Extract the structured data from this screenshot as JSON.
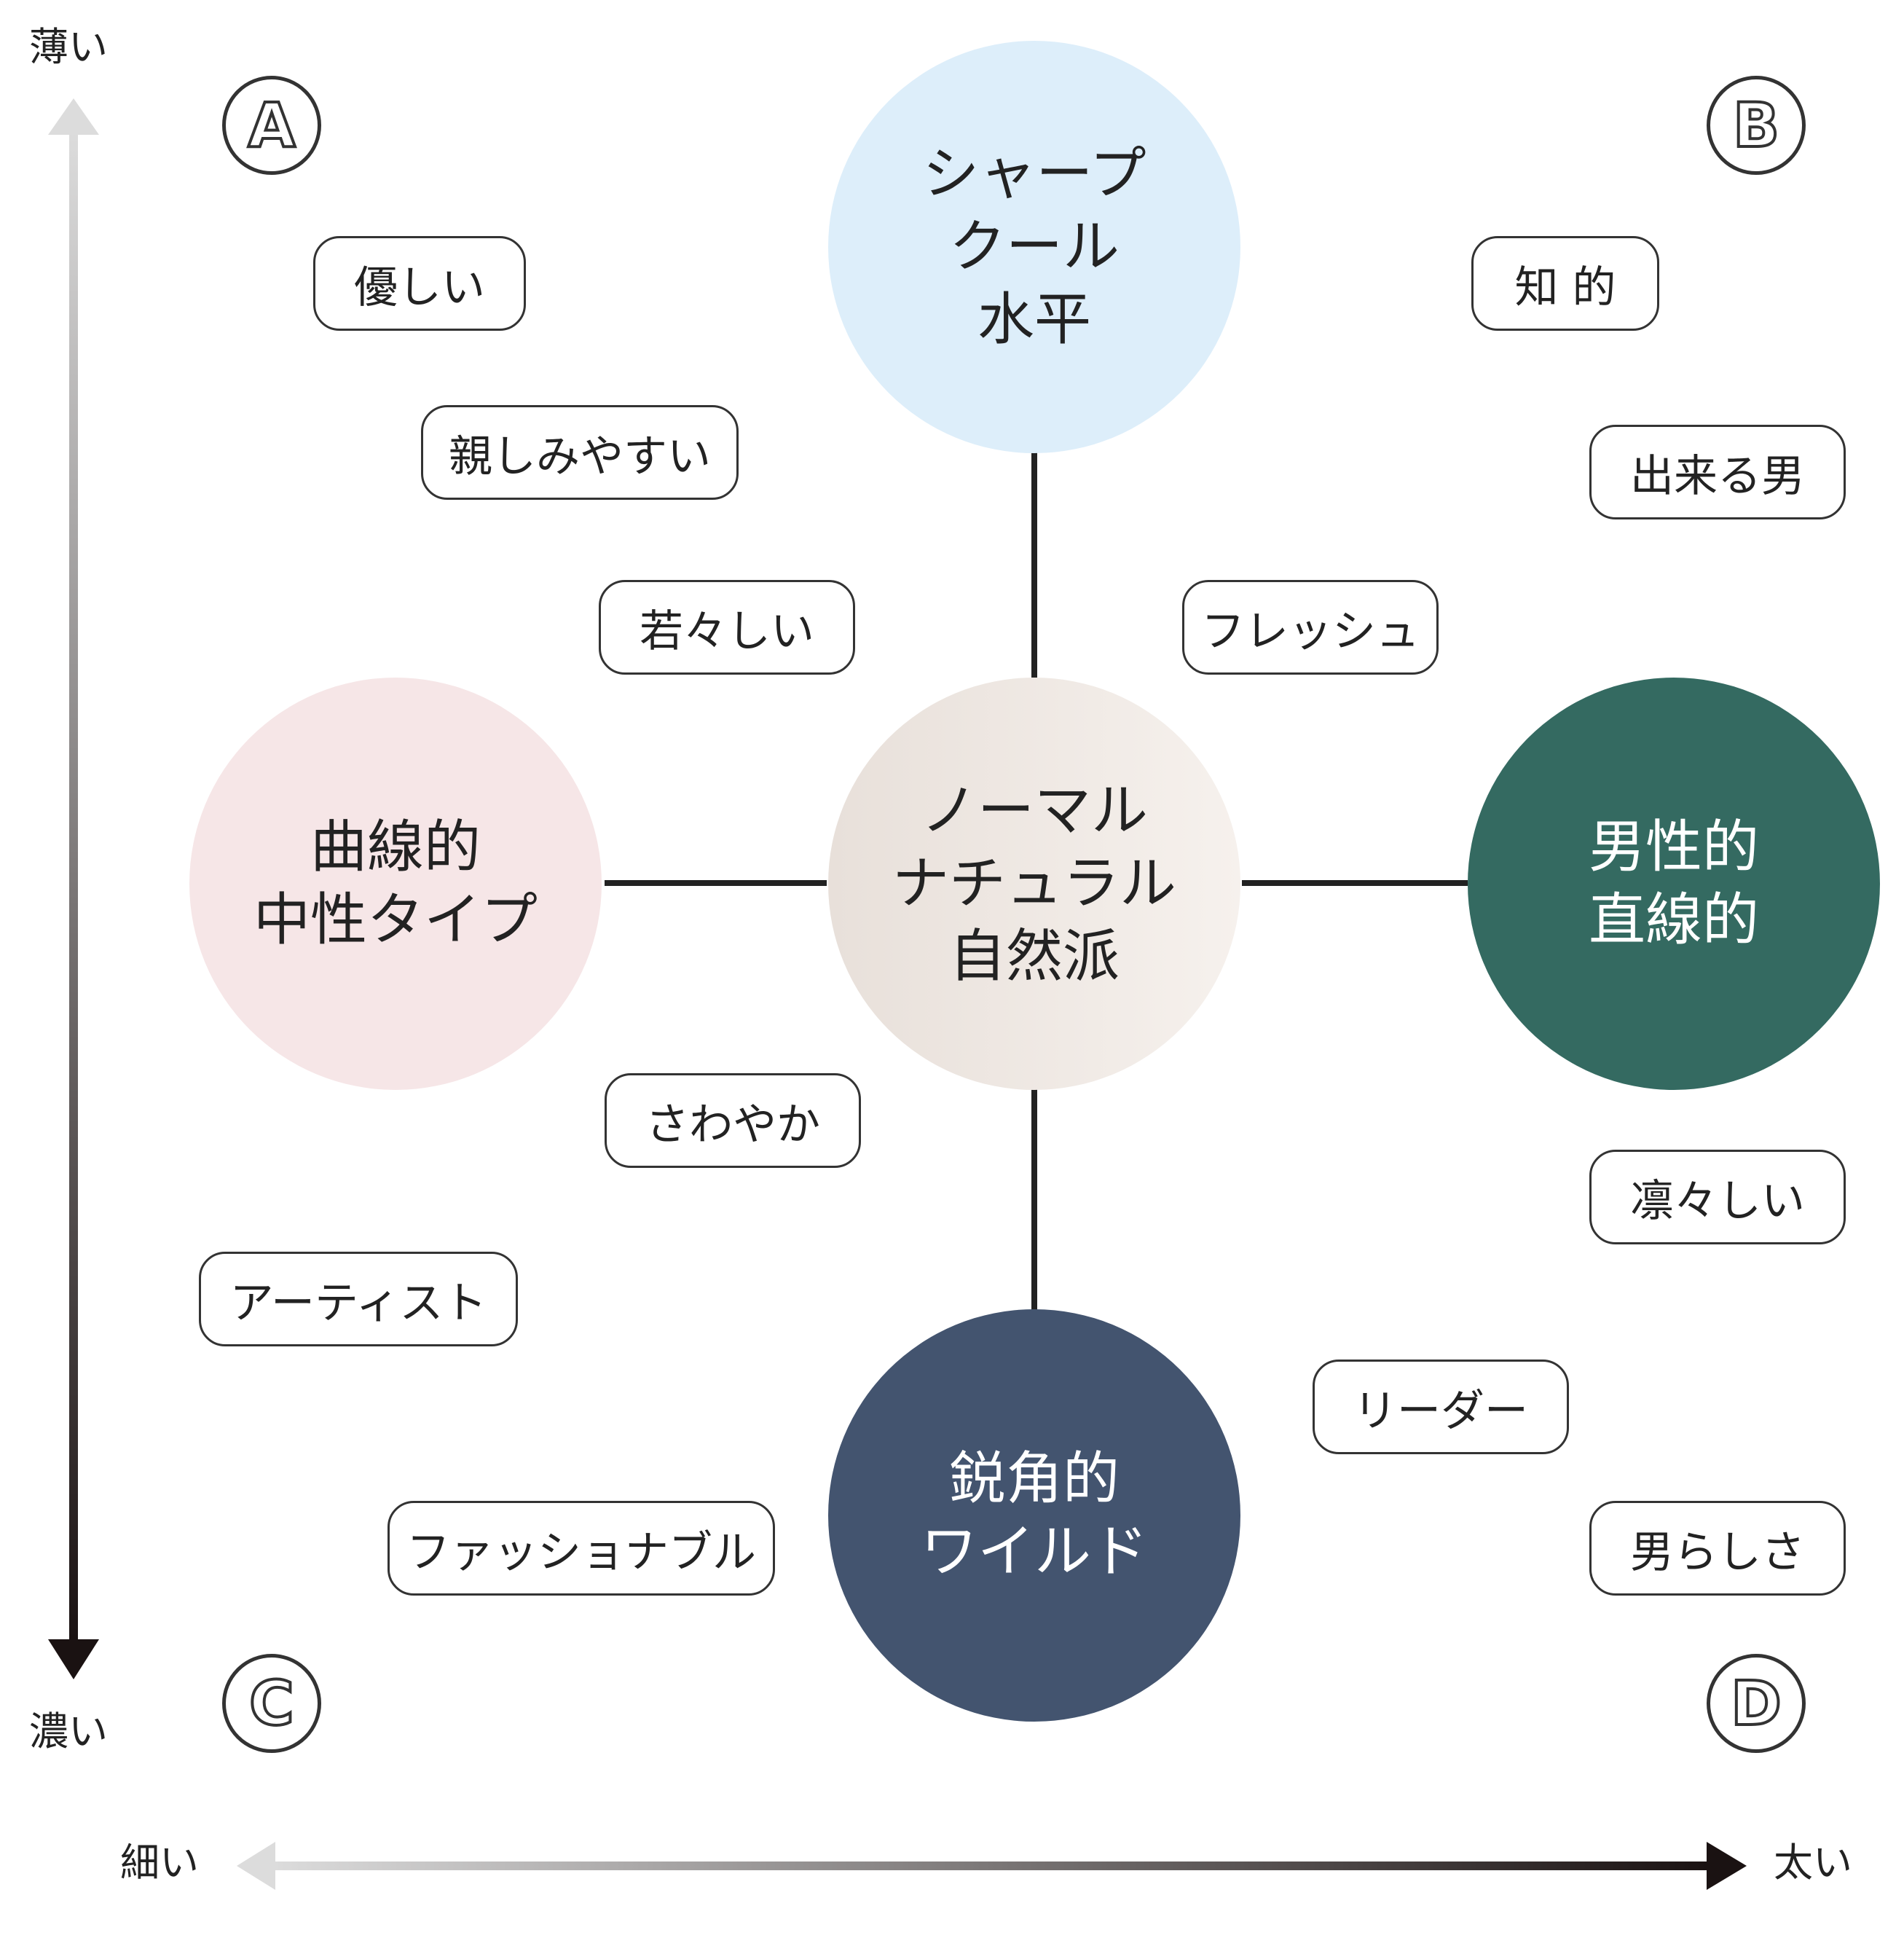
{
  "axes": {
    "vertical_top_label": "薄い",
    "vertical_bottom_label": "濃い",
    "horizontal_left_label": "細い",
    "horizontal_right_label": "太い"
  },
  "corners": {
    "a": "A",
    "b": "B",
    "c": "C",
    "d": "D"
  },
  "circles": {
    "top": {
      "lines": [
        "シャープ",
        "クール",
        "水平"
      ],
      "color": "#ddeefa"
    },
    "left": {
      "lines": [
        "曲線的",
        "中性タイプ"
      ],
      "color": "#f6e6e7"
    },
    "center": {
      "lines": [
        "ノーマル",
        "ナチュラル",
        "自然派"
      ],
      "color": "#ede6e1"
    },
    "right": {
      "lines": [
        "男性的",
        "直線的"
      ],
      "color": "#346a61"
    },
    "bottom": {
      "lines": [
        "鋭角的",
        "ワイルド"
      ],
      "color": "#43546f"
    }
  },
  "tags": {
    "yasashii": "優しい",
    "shitashimi": "親しみやすい",
    "wakawakashii": "若々しい",
    "chiteki": "知 的",
    "dekiru_otoko": "出来る男",
    "fresh": "フレッシュ",
    "sawayaka": "さわやか",
    "artist": "アーティスト",
    "fashionable": "ファッショナブル",
    "rinrin": "凛々しい",
    "leader": "リーダー",
    "otokorashisa": "男らしさ"
  }
}
